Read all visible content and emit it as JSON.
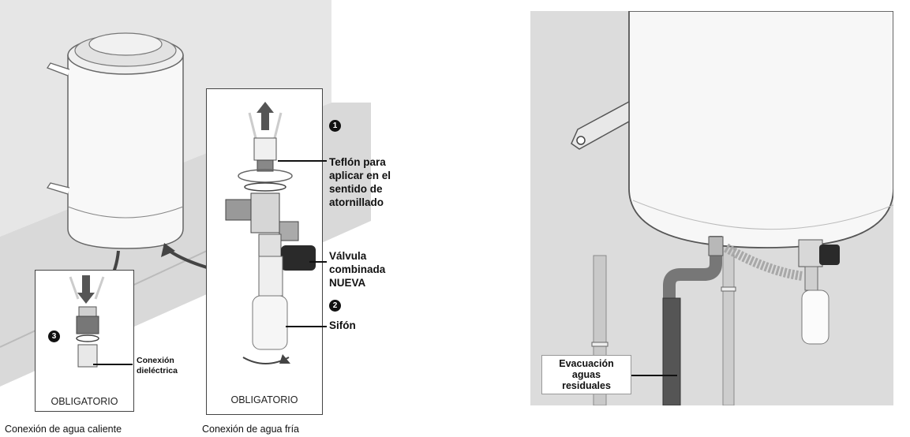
{
  "left_diagram": {
    "detail_hot": {
      "number": "3",
      "callout": "Conexión\ndieléctrica",
      "footer": "OBLIGATORIO"
    },
    "detail_cold": {
      "number_1": "1",
      "number_2": "2",
      "callout_teflon": "Teflón para\naplicar en el\nsentido de\natornillado",
      "callout_valve": "Válvula\ncombinada\nNUEVA",
      "callout_siphon": "Sifón",
      "footer": "OBLIGATORIO"
    },
    "caption_hot": "Conexión de agua caliente",
    "caption_cold": "Conexión de agua fría"
  },
  "right_diagram": {
    "callout_drain": "Evacuación\naguas\nresiduales"
  },
  "colors": {
    "wall": "#dcdcdc",
    "heater": "#f7f7f7",
    "outline": "#555555",
    "pipe_dark": "#555555",
    "valve_knob": "#2a2a2a"
  }
}
